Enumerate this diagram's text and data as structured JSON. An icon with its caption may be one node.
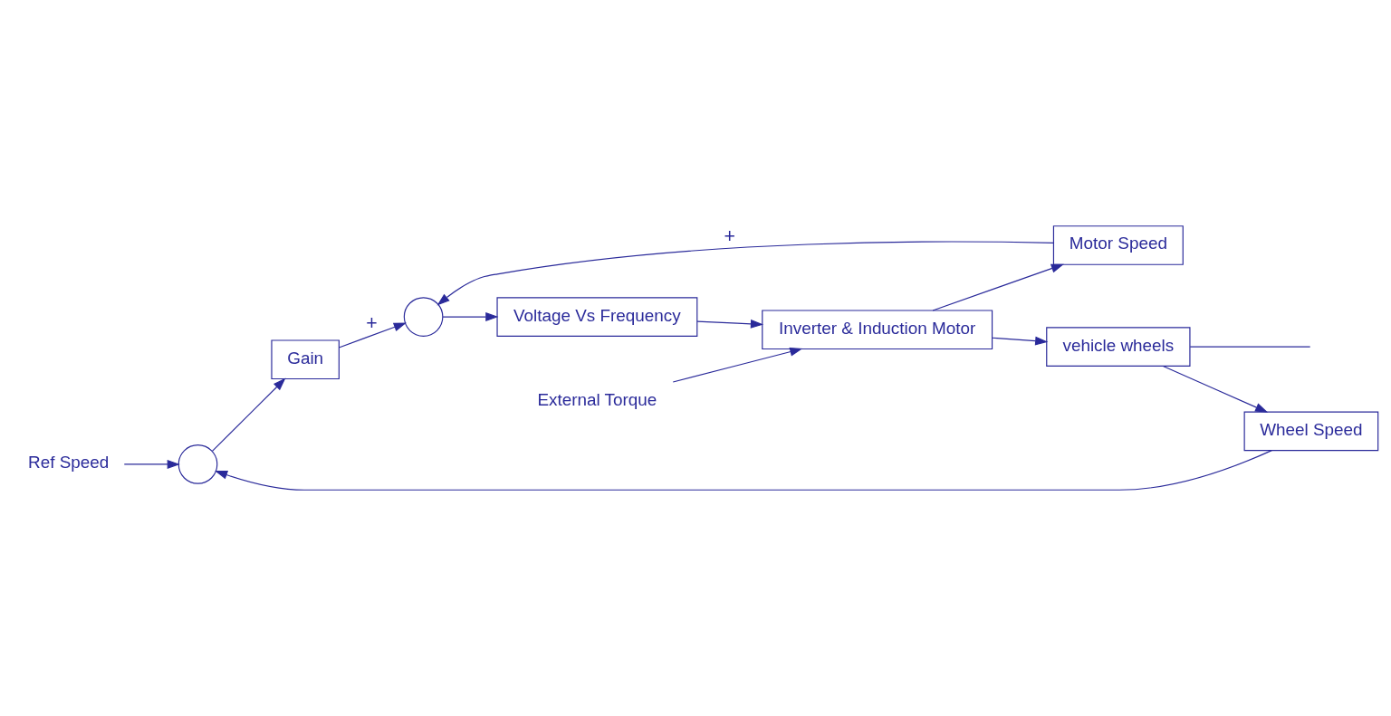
{
  "diagram": {
    "nodes": [
      {
        "text": [
          "Ref Speed"
        ]
      },
      {
        "text": [],
        "shape": "circle"
      },
      {
        "text": [
          "Gain"
        ]
      },
      {
        "text": [],
        "shape": "circle"
      },
      {
        "text": [
          "Voltage Vs Frequency"
        ]
      },
      {
        "text": [
          "Inverter & Induction Motor"
        ]
      },
      {
        "text": [
          "vehicle wheels"
        ]
      },
      {
        "text": [
          "Motor Speed"
        ]
      },
      {
        "text": [
          "Wheel Speed"
        ]
      },
      {
        "text": [
          "External Torque"
        ]
      }
    ],
    "edges": [
      {
        "from": 0,
        "to": 1,
        "arrow": "to"
      },
      {
        "from": 1,
        "to": 2,
        "arrow": "to"
      },
      {
        "from": 2,
        "to": 3,
        "arrow": "to",
        "label": "+"
      },
      {
        "from": 3,
        "to": 4,
        "arrow": "to"
      },
      {
        "from": 4,
        "to": 5,
        "arrow": "to"
      },
      {
        "from": 9,
        "to": 5,
        "arrow": "to"
      },
      {
        "from": 5,
        "to": 6,
        "arrow": "to"
      },
      {
        "from": 6,
        "to": null,
        "arrow": "none"
      },
      {
        "from": 5,
        "to": 7,
        "arrow": "to"
      },
      {
        "from": 7,
        "to": 3,
        "arrow": "to",
        "label": "+"
      },
      {
        "from": 6,
        "to": 8,
        "arrow": "to"
      },
      {
        "from": 8,
        "to": 1,
        "arrow": "to"
      }
    ]
  }
}
